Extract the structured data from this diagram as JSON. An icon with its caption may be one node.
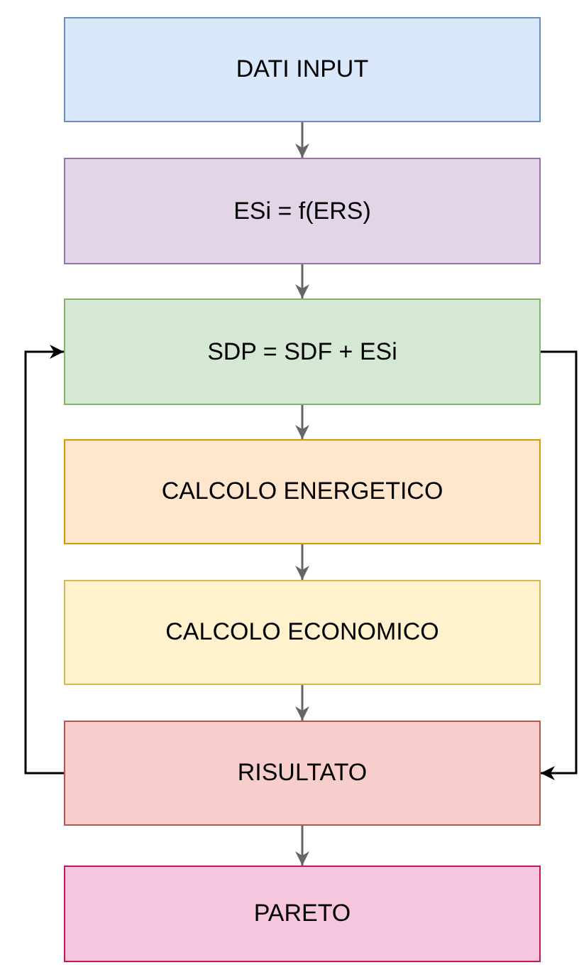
{
  "diagram": {
    "nodes": [
      {
        "text": [
          "DATI INPUT"
        ]
      },
      {
        "text": [
          "ESi = f(ERS)"
        ]
      },
      {
        "text": [
          "SDP = SDF + ESi"
        ]
      },
      {
        "text": [
          "CALCOLO ENERGETICO"
        ]
      },
      {
        "text": [
          "CALCOLO ECONOMICO"
        ]
      },
      {
        "text": [
          "RISULTATO"
        ]
      },
      {
        "text": [
          "PARETO"
        ]
      }
    ],
    "edges": [
      {
        "from": 0,
        "to": 1,
        "arrow": "to"
      },
      {
        "from": 1,
        "to": 2,
        "arrow": "to"
      },
      {
        "from": 2,
        "to": 3,
        "arrow": "to"
      },
      {
        "from": 3,
        "to": 4,
        "arrow": "to"
      },
      {
        "from": 4,
        "to": 5,
        "arrow": "to"
      },
      {
        "from": 5,
        "to": 6,
        "arrow": "to"
      },
      {
        "from": 5,
        "to": 2,
        "arrow": "to",
        "color": "#000000"
      },
      {
        "from": 2,
        "to": 5,
        "arrow": "to",
        "color": "#000000"
      }
    ]
  }
}
